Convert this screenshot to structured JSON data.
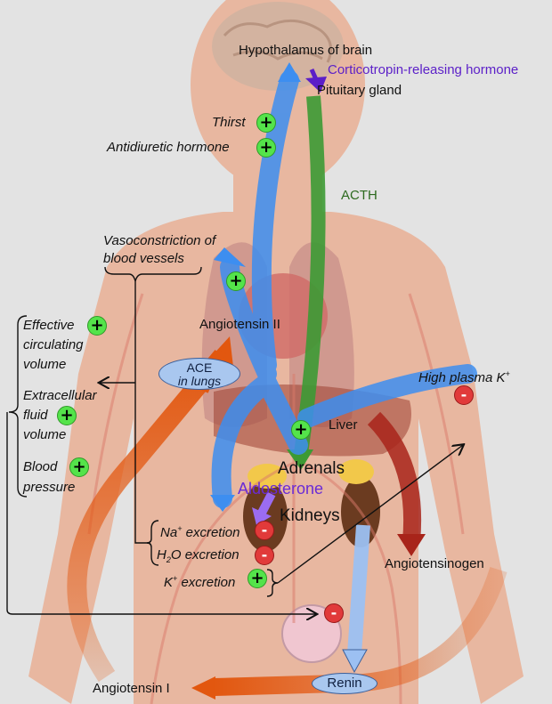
{
  "labels": {
    "hypothalamus": "Hypothalamus of brain",
    "crh": "Corticotropin-releasing hormone",
    "pituitary": "Pituitary gland",
    "thirst": "Thirst",
    "adh": "Antidiuretic hormone",
    "acth": "ACTH",
    "vasoconstriction_1": "Vasoconstriction of",
    "vasoconstriction_2": "blood vessels",
    "angiotensin_ii": "Angiotensin II",
    "effective_1": "Effective",
    "effective_2": "circulating",
    "effective_3": "volume",
    "ecf_1": "Extracellular",
    "ecf_2": "fluid",
    "ecf_3": "volume",
    "bp_1": "Blood",
    "bp_2": "pressure",
    "ace_1": "ACE",
    "ace_2": "in lungs",
    "high_k_pre": "High plasma K",
    "high_k_sup": "+",
    "liver": "Liver",
    "adrenals": "Adrenals",
    "aldosterone": "Aldosterone",
    "kidneys": "Kidneys",
    "na_pre": "Na",
    "na_sup": "+",
    "na_post": " excretion",
    "h2o_pre": "H",
    "h2o_sub": "2",
    "h2o_post": "O excretion",
    "k_pre": "K",
    "k_sup": "+",
    "k_post": " excretion",
    "angiotensinogen": "Angiotensinogen",
    "renin": "Renin",
    "angiotensin_i": "Angiotensin I",
    "plus_sign": "+",
    "minus_sign": "-"
  },
  "colors": {
    "background": "#e3e3e3",
    "body": "#e8b7a0",
    "blue_arrow": "#3d8ef0",
    "green_arrow": "#3c9a34",
    "orange_arrow": "#e2570f",
    "red_arrow": "#a8241a",
    "light_blue_arrow": "#9cc0f2",
    "crh_text": "#5b1fc8",
    "acth_text": "#2d6a1f",
    "aldosterone_text": "#6a2bd6",
    "plus_badge": "#54e34a",
    "minus_badge": "#e13a3a"
  }
}
